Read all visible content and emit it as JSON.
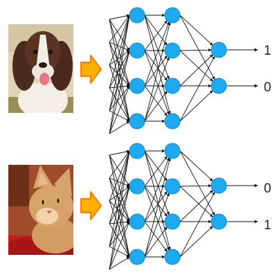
{
  "networks": [
    {
      "subject": "dog",
      "output_labels": [
        "1",
        "0"
      ],
      "colors": {
        "background": "#e2d3b6",
        "fur_dark": "#4a2a1c",
        "fur_light": "#f3eee6",
        "grass": "#9a8f54",
        "tongue": "#e67985"
      }
    },
    {
      "subject": "cat",
      "output_labels": [
        "0",
        "1"
      ],
      "colors": {
        "background": "#9e4c2a",
        "fur": "#d6a36a",
        "fur_light": "#f2d2a6",
        "blanket": "#c41d1d",
        "eye": "#d9b24a"
      }
    }
  ],
  "colors": {
    "node_fill": "#1eaaf0",
    "node_stroke": "#0f86c6",
    "arrow_fill": "#ffb000",
    "arrow_stroke": "#ff7a00",
    "edge": "#111111"
  }
}
